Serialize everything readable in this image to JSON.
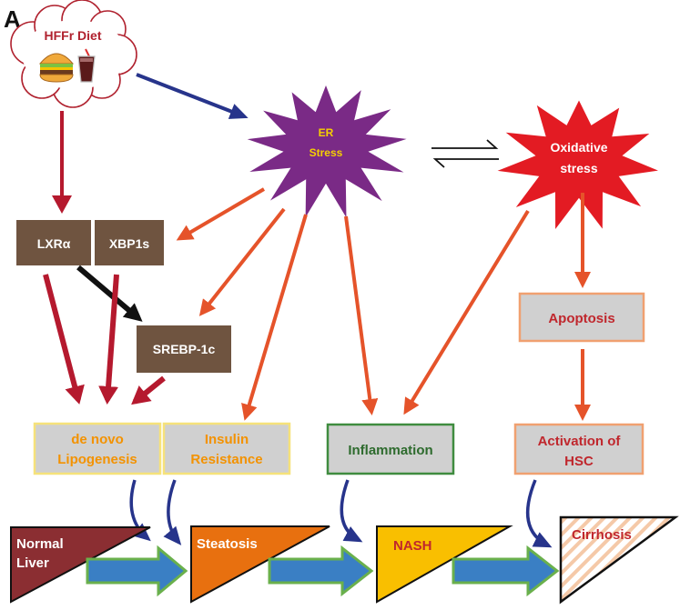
{
  "panel_label": "A",
  "diet": {
    "label": "HFFr Diet",
    "icon": "burger-and-cola-icon"
  },
  "er_stress": {
    "line1": "ER",
    "line2": "Stress"
  },
  "oxidative_stress": {
    "line1": "Oxidative",
    "line2": "stress"
  },
  "boxes": {
    "lxra": "LXRα",
    "xbp1s": "XBP1s",
    "srebp1c": "SREBP-1c",
    "apoptosis": "Apoptosis",
    "lipogenesis_line1": "de novo",
    "lipogenesis_line2": "Lipogenesis",
    "insulin_line1": "Insulin",
    "insulin_line2": "Resistance",
    "inflammation": "Inflammation",
    "hsc_line1": "Activation of",
    "hsc_line2": "HSC"
  },
  "stages": {
    "normal_line1": "Normal",
    "normal_line2": "Liver",
    "steatosis": "Steatosis",
    "nash": "NASH",
    "cirrhosis": "Cirrhosis"
  },
  "colors": {
    "diet_text": "#b0212e",
    "red_arrow": "#b5192e",
    "orange_arrow": "#e5532a",
    "navy_arrow": "#27348b",
    "brown_box": "#6f5440",
    "gray_box": "#d0d0d0",
    "er_purple": "#7a2a86",
    "er_text": "#f5d000",
    "oxidative_red": "#e31b23",
    "yellow_border": "#f6e27a",
    "orange_text": "#f39200",
    "green": "#3f8c3f",
    "dark_red_text": "#c0272d",
    "peach_border": "#f0a070",
    "normal_liver": "#8b2e32",
    "steatosis": "#e8700f",
    "nash": "#f9bf00",
    "stage_arrow_fill": "#3a7fc4",
    "stage_arrow_border": "#6ab04c"
  }
}
